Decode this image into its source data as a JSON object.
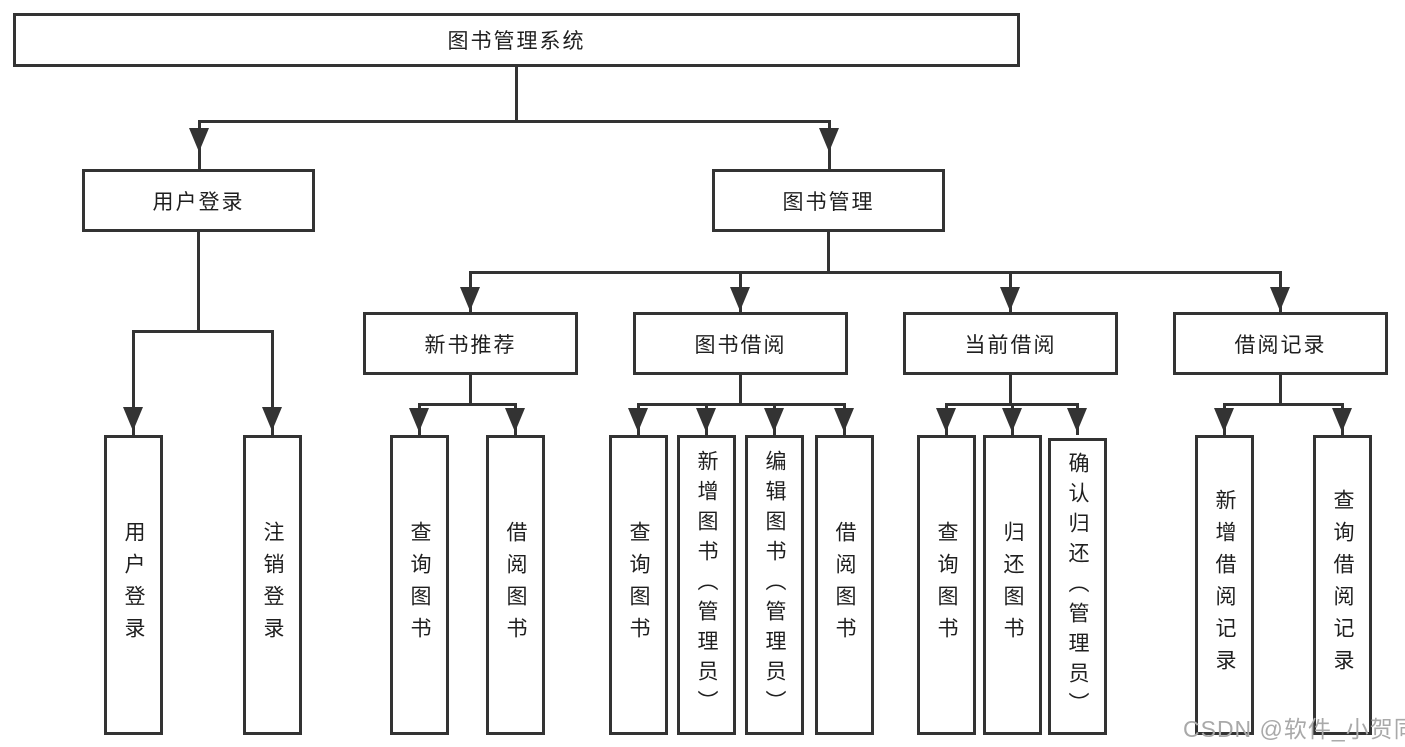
{
  "nodes": {
    "root": "图书管理系统",
    "user_login": "用户登录",
    "book_mgmt": "图书管理",
    "new_rec": "新书推荐",
    "book_borrow": "图书借阅",
    "current_borrow": "当前借阅",
    "borrow_record": "借阅记录",
    "leaves": {
      "user_login": [
        "用户登录",
        "注销登录"
      ],
      "new_rec": [
        "查询图书",
        "借阅图书"
      ],
      "book_borrow": [
        "查询图书",
        "新增图书（管理员）",
        "编辑图书（管理员）",
        "借阅图书"
      ],
      "current_borrow": [
        "查询图书",
        "归还图书",
        "确认归还（管理员）"
      ],
      "borrow_record": [
        "新增借阅记录",
        "查询借阅记录"
      ]
    }
  },
  "watermark": {
    "text": "CSDN @软件_小贺同学",
    "color": "#a9a9a9"
  },
  "colors": {
    "line": "#333333",
    "box_border": "#333333",
    "text": "#1f1f1f",
    "background": "#ffffff"
  }
}
